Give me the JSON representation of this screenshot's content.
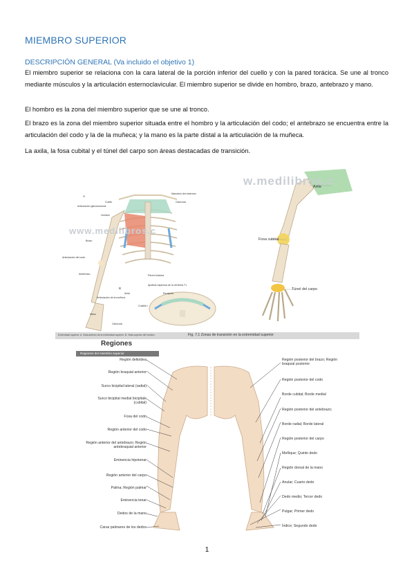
{
  "header": {
    "title": "MIEMBRO SUPERIOR",
    "subtitle": "DESCRIPCIÓN GENERAL (Va incluido el objetivo 1)"
  },
  "paragraphs": [
    "El miembro superior se relaciona con la cara lateral de la porción inferior del cuello y con la pared torácica. Se une al tronco mediante músculos y la articulación esternoclavicular. El miembro superior se divide en hombro, brazo, antebrazo y mano.",
    "El hombro es la zona del miembro superior que se une al tronco.",
    "El brazo es la zona del miembro superior situada entre el hombro y la articulación del codo; el antebrazo se encuentra entre la articulación del codo y la de la muñeca; y la mano es la parte distal a la articulación de la muñeca.",
    "La axila, la fosa cubital y el túnel del carpo son áreas destacadas de transición."
  ],
  "figure_a": {
    "label_a": "A",
    "label_b": "B",
    "labels": [
      "Cuello",
      "Hombro",
      "Brazo",
      "Articulación glenohumeral",
      "Articulación del codo",
      "Antebrazo",
      "Articulación de la muñeca",
      "Mano",
      "Manubrio del esternón",
      "Clavícula",
      "Pared torácica",
      "Apófisis espinosa de la vértebra T1",
      "Axila",
      "Escápula",
      "Costilla I",
      "Clavícula"
    ],
    "watermark": "www.medilibros.c"
  },
  "figure_b": {
    "labels": [
      "Axila",
      "Fosa cubital",
      "Túnel del carpo"
    ],
    "watermark": "w.medilibros.c"
  },
  "caption": {
    "left": "Extremidad superior. A. Vista anterior de la extremidad superior. B. Vista superior del hombro.",
    "right": "Fig. 7.1 Zonas de transición en la extremidad superior"
  },
  "regions": {
    "title": "Regiones",
    "subtitle": "Regiones del miembro superior",
    "left_labels": [
      "Región deltoidea",
      "Región braquial anterior",
      "Surco bicipital lateral (radial)",
      "Surco bicipital medial bicipitale (cubital)",
      "Fosa del codo",
      "Región anterior del codo",
      "Región anterior del antebrazo; Región antebraquial anterior",
      "Eminencia hipotenar",
      "Región anterior del carpo",
      "Palma; Región palmar",
      "Eminencia tenar",
      "Dedos de la mano",
      "Caras palmares de los dedos"
    ],
    "right_labels": [
      "Región posterior del brazo; Región braquial posterior",
      "Región posterior del codo",
      "Borde cubital; Borde medial",
      "Región posterior del antebrazo;",
      "Borde radial; Borde lateral",
      "Región posterior del carpo",
      "Meñique; Quinto dedo",
      "Región dorsal de la mano",
      "Anular; Cuarto dedo",
      "Dedo medio; Tercer dedo",
      "Pulgar; Primer dedo",
      "Índice; Segundo dedo"
    ]
  },
  "footer": {
    "page_number": "1"
  }
}
